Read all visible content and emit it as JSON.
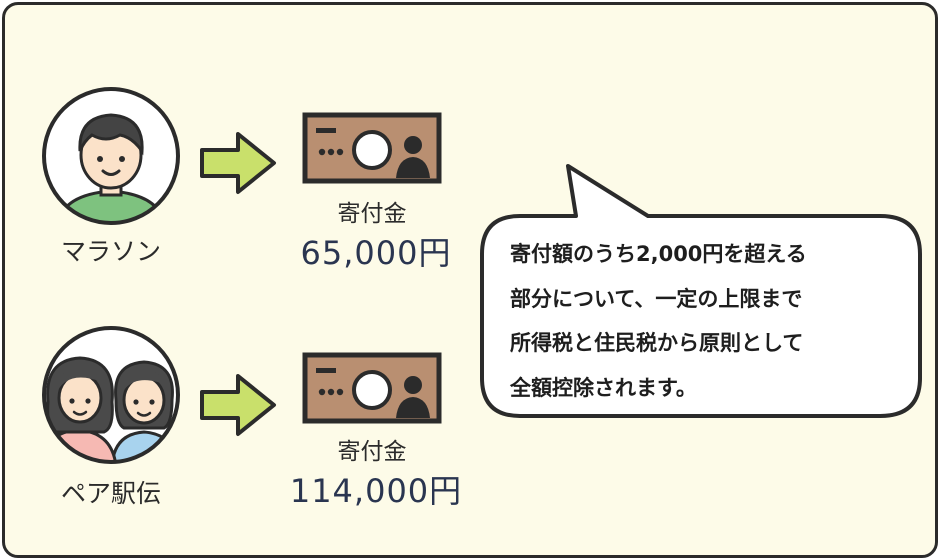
{
  "people": [
    {
      "label": "マラソン",
      "category": "寄付金",
      "amount": "65,000円"
    },
    {
      "label": "ペア駅伝",
      "category": "寄付金",
      "amount": "114,000円"
    }
  ],
  "note": {
    "lines": [
      "寄付額のうち2,000円を超える",
      "部分について、一定の上限まで",
      "所得税と住民税から原則として",
      "全額控除されます。"
    ]
  },
  "colors": {
    "background": "#fdfbe8",
    "border": "#2b2b2b",
    "arrow": "#c9e06b",
    "bill": "#b98f71",
    "shirt_green": "#7ec27f",
    "shirt_pink": "#f6b9b3",
    "shirt_blue": "#a8d3ee"
  },
  "icons": [
    "man-avatar-icon",
    "women-pair-avatar-icon",
    "right-arrow-icon",
    "banknote-icon"
  ]
}
